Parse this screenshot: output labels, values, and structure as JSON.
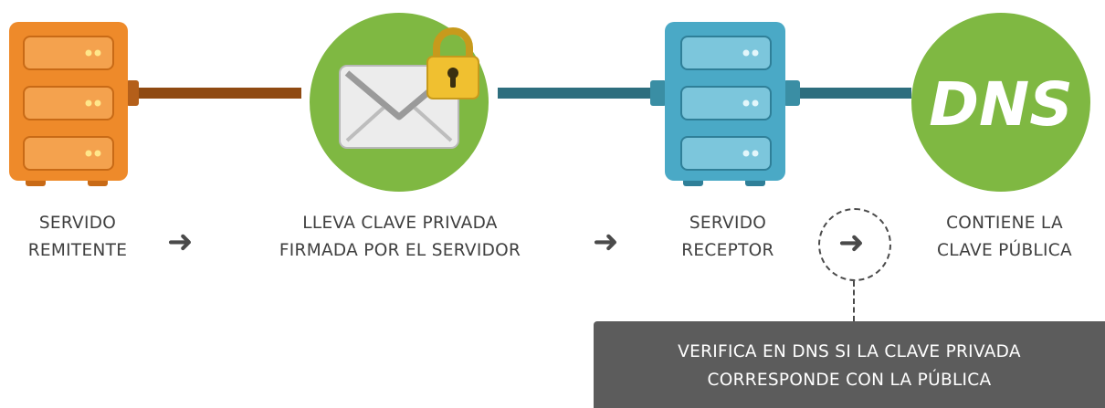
{
  "steps": [
    {
      "line1": "SERVIDO",
      "line2": "REMITENTE"
    },
    {
      "line1": "LLEVA CLAVE PRIVADA",
      "line2": "FIRMADA POR EL SERVIDOR"
    },
    {
      "line1": "SERVIDO",
      "line2": "RECEPTOR"
    },
    {
      "line1": "CONTIENE LA",
      "line2": "CLAVE PÚBLICA"
    }
  ],
  "arrow_glyph": "➜",
  "dns_label": "DNS",
  "note": {
    "line1": "VERIFICA EN DNS SI LA CLAVE PRIVADA",
    "line2": "CORRESPONDE CON LA PÚBLICA"
  },
  "colors": {
    "sender_server": "#ee8a2a",
    "receiver_server": "#4aa9c6",
    "circle_green": "#7fb842",
    "lock_gold": "#f0c030",
    "cable_brown": "#8f4a12",
    "cable_teal": "#2e6e7e",
    "note_bg": "#5c5c5c"
  }
}
